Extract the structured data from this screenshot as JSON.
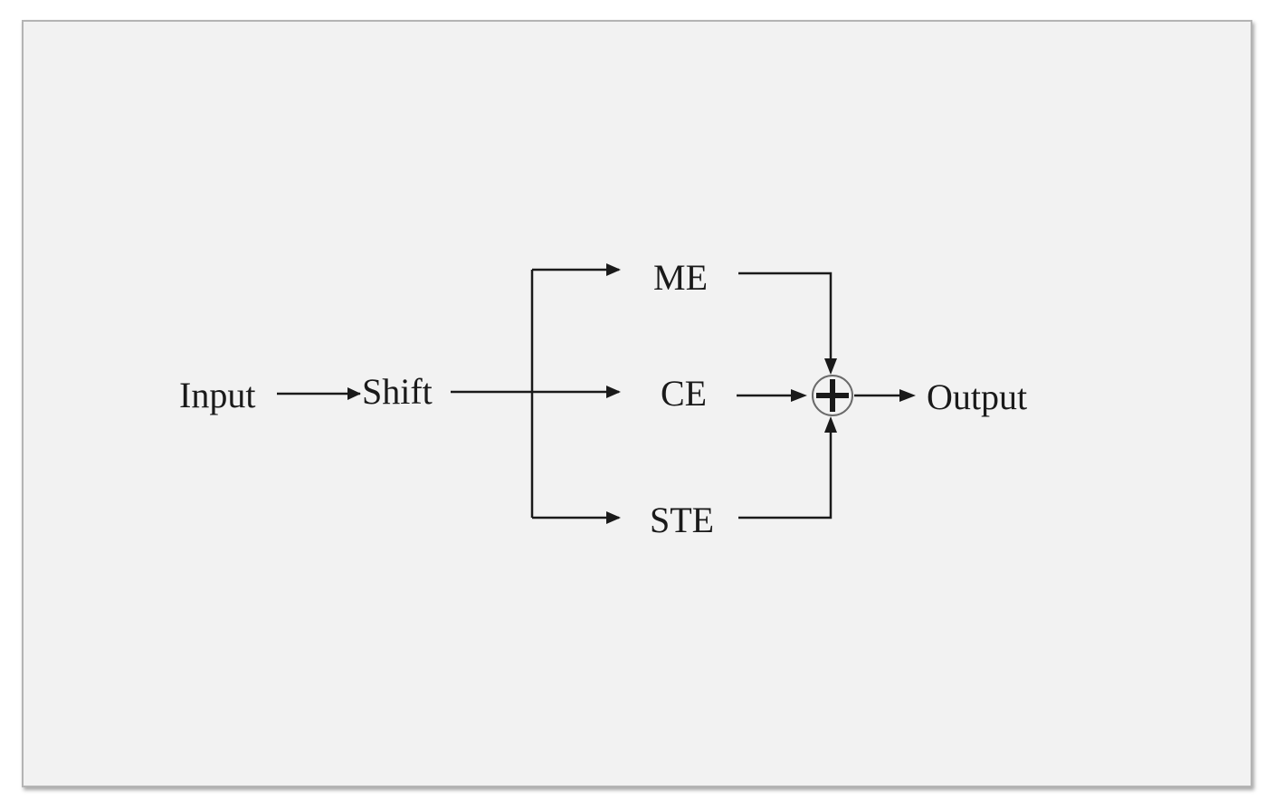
{
  "diagram": {
    "nodes": {
      "input": "Input",
      "shift": "Shift",
      "me": "ME",
      "ce": "CE",
      "ste": "STE",
      "output": "Output"
    },
    "edges": [
      [
        "input",
        "shift"
      ],
      [
        "shift",
        "me"
      ],
      [
        "shift",
        "ce"
      ],
      [
        "shift",
        "ste"
      ],
      [
        "me",
        "sum"
      ],
      [
        "ce",
        "sum"
      ],
      [
        "ste",
        "sum"
      ],
      [
        "sum",
        "output"
      ]
    ],
    "colors": {
      "background": "#f2f2f2",
      "border": "#b4b4b4",
      "ink": "#1a1a1a"
    }
  }
}
